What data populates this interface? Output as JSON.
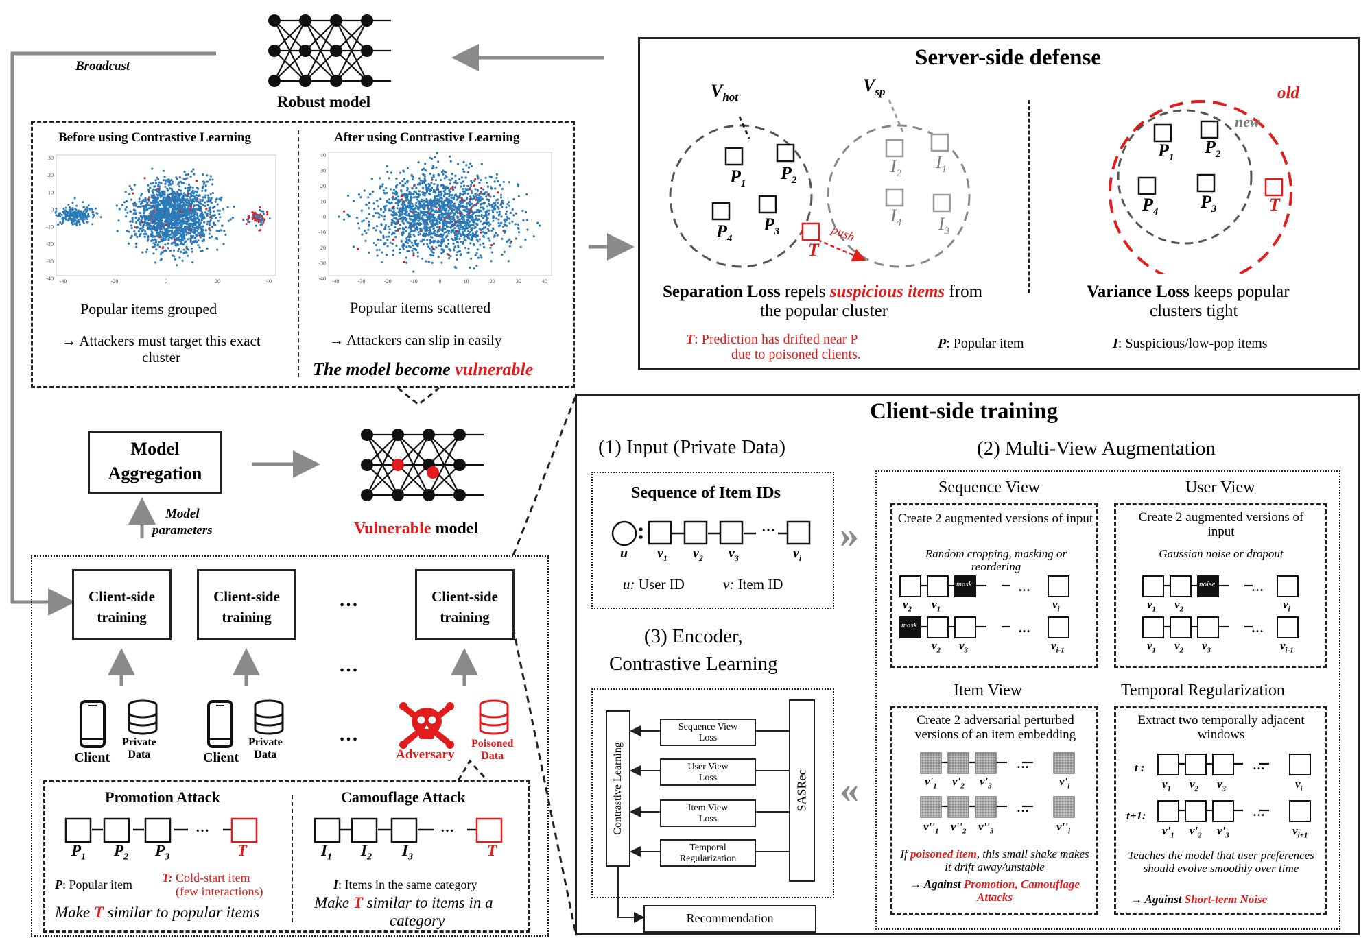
{
  "top": {
    "broadcast": "Broadcast",
    "robust_model": "Robust model"
  },
  "tsne": {
    "before_title": "Before using Contrastive Learning",
    "after_title": "After using Contrastive Learning",
    "before_caption": "Popular items grouped",
    "after_caption": "Popular items scattered",
    "before_note": "→ Attackers must target this exact cluster",
    "after_note": "→ Attackers can slip in easily",
    "conclusion_prefix": "The model become ",
    "conclusion_red": "vulnerable",
    "before_yticks": [
      "30",
      "20",
      "10",
      "0",
      "-10",
      "-20",
      "-30",
      "-40"
    ],
    "before_xticks": [
      "-40",
      "-20",
      "0",
      "20",
      "40"
    ],
    "after_yticks": [
      "40",
      "30",
      "20",
      "10",
      "0",
      "-10",
      "-20",
      "-30",
      "-40"
    ],
    "after_xticks": [
      "-40",
      "-30",
      "-20",
      "-10",
      "0",
      "10",
      "20",
      "30",
      "40"
    ]
  },
  "server": {
    "title": "Server-side defense",
    "v_hot": "V",
    "v_hot_sub": "hot",
    "v_sp": "V",
    "v_sp_sub": "sp",
    "push": "push",
    "old": "old",
    "new": "new",
    "items": {
      "P": "P",
      "I": "I",
      "T": "T",
      "subs": [
        "1",
        "2",
        "3",
        "4"
      ]
    },
    "sep_pre": "Separation Loss",
    "sep_mid": " repels ",
    "sep_red": "suspicious items",
    "sep_post": " from",
    "sep_line2": "the popular cluster",
    "var_b": "Variance Loss",
    "var_post": "  keeps popular",
    "var_line2": "clusters tight",
    "legend_t_key": "T",
    "legend_t": ":  Prediction has drifted near P",
    "legend_t2": "due to poisoned clients.",
    "legend_p_key": "P",
    "legend_p": ": Popular item",
    "legend_i_key": "I",
    "legend_i": ": Suspicious/low-pop items"
  },
  "aggregation": {
    "label_line1": "Model",
    "label_line2": "Aggregation",
    "params_line1": "Model",
    "params_line2": "parameters",
    "vuln_red": "Vulnerable",
    "vuln_rest": " model"
  },
  "clients": {
    "training_line1": "Client-side",
    "training_line2": "training",
    "dots": "…",
    "client": "Client",
    "private_line1": "Private",
    "private_line2": "Data",
    "adversary": "Adversary",
    "poisoned_line1": "Poisoned",
    "poisoned_line2": "Data"
  },
  "attacks": {
    "promo_title": "Promotion Attack",
    "camo_title": "Camouflage Attack",
    "promo_p_key": "P",
    "promo_p": ": Popular item",
    "promo_t_key": "T:",
    "promo_t": " Cold-start item",
    "promo_t2": "(few interactions)",
    "promo_make_pre": "Make ",
    "promo_make_t": "T",
    "promo_make_post": " similar to popular items",
    "camo_i_key": "I",
    "camo_i": ": Items in the same category",
    "camo_make_pre": "Make ",
    "camo_make_t": "T",
    "camo_make_post": " similar to items in a",
    "camo_make_line2": "category"
  },
  "client_training": {
    "title": "Client-side training",
    "input_heading": "(1) Input (Private Data)",
    "seq_title": "Sequence of Item IDs",
    "u": "u",
    "u_legend": "u:",
    "u_legend_text": "User ID",
    "v_legend": "v:",
    "v_legend_text": "Item ID",
    "mva_heading": "(2) Multi-View Augmentation",
    "encoder_line1": "(3) Encoder,",
    "encoder_line2": "Contrastive Learning",
    "seq_view": "Sequence View",
    "user_view": "User View",
    "item_view": "Item View",
    "temporal": "Temporal Regularization",
    "seq_view_desc": "Create 2 augmented versions of input",
    "seq_view_it": "Random cropping, masking or reordering",
    "user_view_desc": "Create 2 augmented versions of input",
    "user_view_it": "Gaussian noise or dropout",
    "item_view_desc": "Create 2 adversarial perturbed versions of an item embedding",
    "item_view_note_pre": "If ",
    "item_view_note_red": "poisoned item",
    "item_view_note_post": ", this small shake makes it drift away/unstable",
    "item_view_against_pre": "→ Against ",
    "item_view_against_red": "Promotion, Camouflage Attacks",
    "temporal_desc": "Extract two temporally adjacent windows",
    "temporal_note": "Teaches the model that user preferences should evolve smoothly over time",
    "temporal_against_pre": "→  Against ",
    "temporal_against_red": "Short-term Noise",
    "t_label": "t :",
    "t1_label": "t+1:",
    "mask": "mask",
    "noise": "noise",
    "cl_label": "Contrastive Learning",
    "sasrec": "SASRec",
    "loss_seq_1": "Sequence View",
    "loss_seq_2": "Loss",
    "loss_user_1": "User View",
    "loss_user_2": "Loss",
    "loss_item_1": "Item View",
    "loss_item_2": "Loss",
    "loss_temp_1": "Temporal",
    "loss_temp_2": "Regularization",
    "recommendation": "Recommendation",
    "chevron_right": "»",
    "chevron_left": "«"
  },
  "colors": {
    "red": "#e21b1b",
    "blue": "#2b7bb9",
    "gray": "#8a8a8a"
  }
}
